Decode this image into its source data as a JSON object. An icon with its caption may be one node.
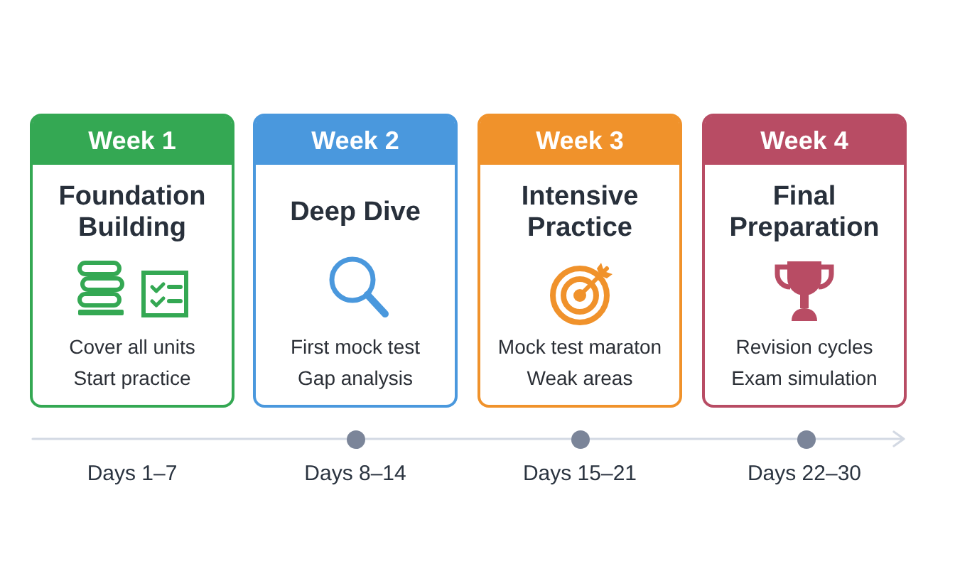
{
  "diagram": {
    "nodes": [
      {
        "text": [
          "Week 1",
          "Foundation Building",
          "Cover all units",
          "Start practice"
        ],
        "beside": [
          "Days 1–7"
        ]
      },
      {
        "text": [
          "Week 2",
          "Deep Dive",
          "First mock test",
          "Gap analysis"
        ],
        "beside": [
          "Days 8–14"
        ]
      },
      {
        "text": [
          "Week 3",
          "Intensive Practice",
          "Mock test maraton",
          "Weak areas"
        ],
        "beside": [
          "Days 15–21"
        ]
      },
      {
        "text": [
          "Week 4",
          "Final Preparation",
          "Revision cycles",
          "Exam simulation"
        ],
        "beside": [
          "Days 22–30"
        ]
      }
    ]
  }
}
